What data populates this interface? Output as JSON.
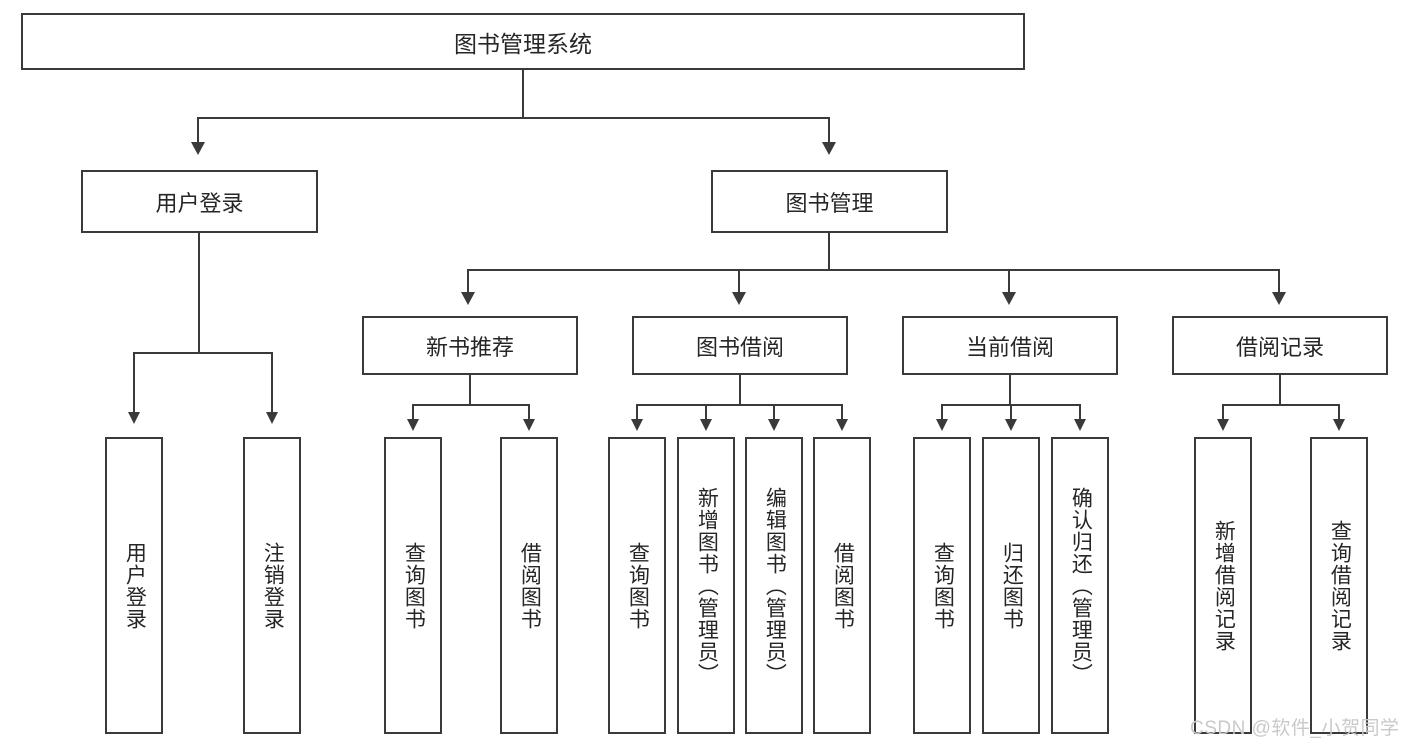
{
  "diagram": {
    "title": "图书管理系统",
    "type": "hierarchy-tree",
    "levels": 4,
    "root": {
      "id": "root",
      "label": "图书管理系统"
    },
    "level2": [
      {
        "id": "user-login",
        "label": "用户登录"
      },
      {
        "id": "book-manage",
        "label": "图书管理"
      }
    ],
    "level3": [
      {
        "id": "new-book-recommend",
        "label": "新书推荐",
        "parent": "book-manage"
      },
      {
        "id": "book-borrow",
        "label": "图书借阅",
        "parent": "book-manage"
      },
      {
        "id": "current-borrow",
        "label": "当前借阅",
        "parent": "book-manage"
      },
      {
        "id": "borrow-record",
        "label": "借阅记录",
        "parent": "book-manage"
      }
    ],
    "leaves": {
      "user_login": [
        {
          "id": "leaf-user-login",
          "label": "用户登录"
        },
        {
          "id": "leaf-user-logout",
          "label": "注销登录"
        }
      ],
      "new_book_recommend": [
        {
          "id": "leaf-query-book-1",
          "label": "查询图书"
        },
        {
          "id": "leaf-borrow-book-1",
          "label": "借阅图书"
        }
      ],
      "book_borrow": [
        {
          "id": "leaf-query-book-2",
          "label": "查询图书"
        },
        {
          "id": "leaf-add-book",
          "label": "新增图书（管理员）"
        },
        {
          "id": "leaf-edit-book",
          "label": "编辑图书（管理员）"
        },
        {
          "id": "leaf-borrow-book-2",
          "label": "借阅图书"
        }
      ],
      "current_borrow": [
        {
          "id": "leaf-query-book-3",
          "label": "查询图书"
        },
        {
          "id": "leaf-return-book",
          "label": "归还图书"
        },
        {
          "id": "leaf-confirm-return",
          "label": "确认归还（管理员）"
        }
      ],
      "borrow_record": [
        {
          "id": "leaf-add-record",
          "label": "新增借阅记录"
        },
        {
          "id": "leaf-query-record",
          "label": "查询借阅记录"
        }
      ]
    }
  },
  "watermark": {
    "text": "CSDN @软件_小贺同学"
  },
  "colors": {
    "border": "#3a3a3a",
    "text": "#262626",
    "background": "#ffffff",
    "watermark": "#c9c9c9"
  }
}
